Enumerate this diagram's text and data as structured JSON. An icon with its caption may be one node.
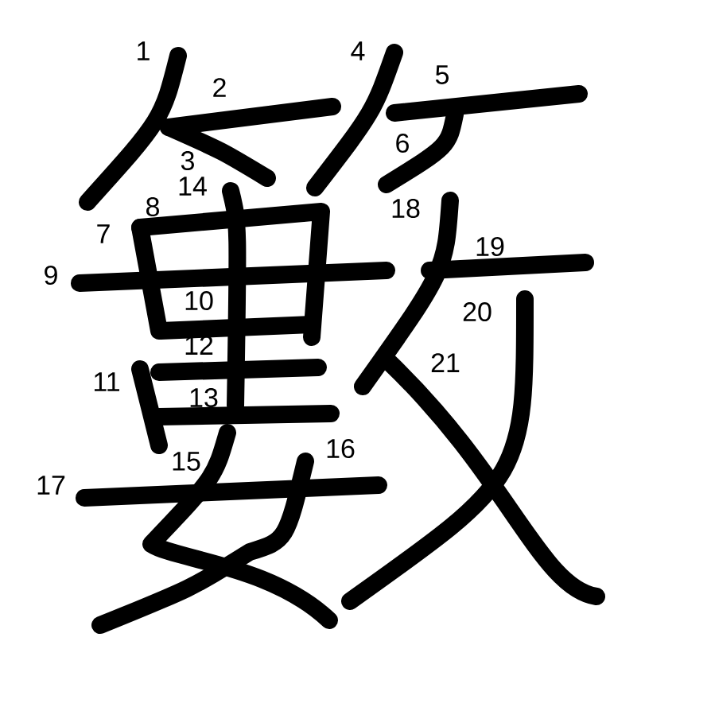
{
  "diagram": {
    "labels": [
      "1",
      "2",
      "3",
      "4",
      "5",
      "6",
      "7",
      "8",
      "9",
      "10",
      "11",
      "12",
      "13",
      "14",
      "15",
      "16",
      "17",
      "18",
      "19",
      "20",
      "21"
    ]
  }
}
